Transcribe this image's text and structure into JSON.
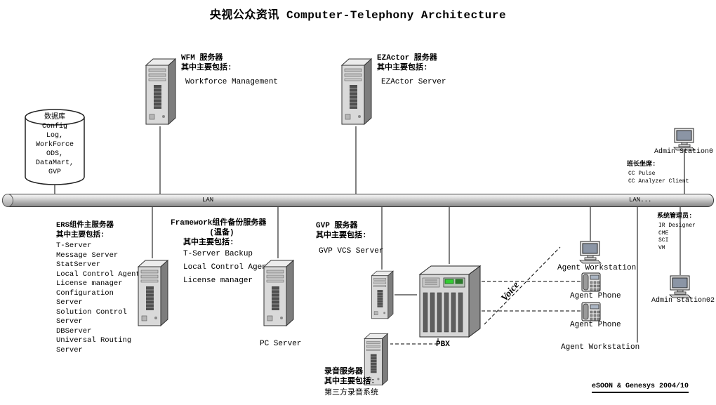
{
  "title": "央视公众资讯 Computer-Telephony Architecture",
  "lan": {
    "label_left": "LAN",
    "label_right": "LAN..."
  },
  "database": {
    "lines": [
      "数据库",
      "Config",
      "Log,",
      "WorkForce",
      "ODS,",
      "DataMart,",
      "GVP"
    ]
  },
  "wfm_server": {
    "title": "WFM 服务器",
    "subtitle": "其中主要包括:",
    "item": "Workforce Management"
  },
  "ezactor_server": {
    "title": "EZActor 服务器",
    "subtitle": "其中主要包括:",
    "item": "EZActor Server"
  },
  "ers_server": {
    "title": "ERS组件主服务器",
    "subtitle": "其中主要包括:",
    "lines": [
      "T-Server",
      "Message Server",
      "StatServer",
      "Local Control Agent",
      "License manager",
      "Configuration",
      "Server",
      "Solution Control",
      "Server",
      "DBServer",
      "Universal Routing",
      "Server"
    ]
  },
  "framework_server": {
    "title": "Framework组件备份服务器",
    "title2": "(温备)",
    "subtitle": "其中主要包括:",
    "lines": [
      "T-Server Backup",
      "Local Control Agent",
      "License manager"
    ],
    "caption": "PC Server"
  },
  "gvp_server": {
    "title": "GVP 服务器",
    "subtitle": "其中主要包括:",
    "item": "GVP VCS Server"
  },
  "pbx": {
    "label": "PBX"
  },
  "recording_server": {
    "title": "录音服务器",
    "subtitle": "其中主要包括:",
    "item": "第三方录音系统"
  },
  "admin_station0": {
    "label": "Admin Station0"
  },
  "admin_station02": {
    "label": "Admin Station02"
  },
  "supervisor_seat": {
    "title": "班长坐席:",
    "items": [
      "CC Pulse",
      "CC Analyzer Client"
    ]
  },
  "system_admin": {
    "title": "系统管理员:",
    "items": [
      "IR Designer",
      "CME",
      "SCI",
      "VM"
    ]
  },
  "agents": {
    "workstation_top": "Agent Workstation",
    "phone1": "Agent Phone",
    "phone2": "Agent Phone",
    "workstation_bottom": "Agent Workstation"
  },
  "voice_label": "Voice",
  "footer": "eSOON & Genesys 2004/10",
  "icons": {
    "server_tower": "pc-tower",
    "workstation": "monitor-with-keyboard",
    "phone": "desk-phone",
    "database": "cylinder",
    "pbx": "switch-cabinet"
  },
  "colors": {
    "pbx_led": "#33cc33",
    "screen": "#8b95a5",
    "bus_gray": "#ababab"
  }
}
